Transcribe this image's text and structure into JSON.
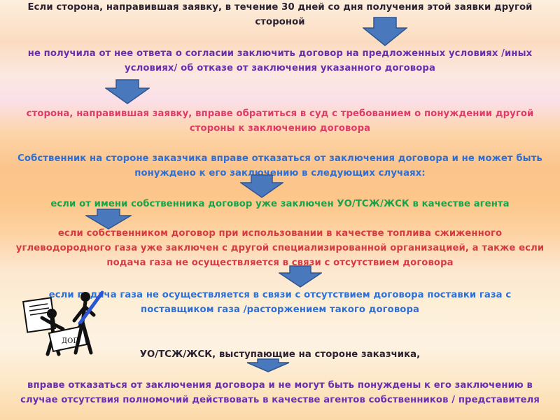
{
  "slide": {
    "p1": "Если сторона, направившая заявку, в течение 30 дней со дня получения этой заявки другой стороной",
    "p2": "не получила от нее ответа о согласии заключить договор на предложенных условиях /иных условиях/ об отказе от заключения указанного договора",
    "p3": "сторона, направившая заявку, вправе обратиться в суд с требованием о понуждении другой стороны к заключению договора",
    "p4": "Собственник  на стороне заказчика вправе отказаться от заключения договора и не может быть понуждено к его заключению в следующих случаях:",
    "p5": "если от имени собственника договор уже заключен УО/ТСЖ/ЖСК в качестве агента",
    "p6": "если собственником договор при использовании в качестве топлива сжиженного углеводородного газа уже заключен с другой специализированной организацией, а также если подача газа не осуществляется в связи с отсутствием договора",
    "p7": "если подача газа не осуществляется в связи с отсутствием договора поставки газа с поставщиком газа /расторжением такого договора",
    "p8": "УО/ТСЖ/ЖСК, выступающие на стороне заказчика,",
    "p9": "вправе отказаться от заключения договора и не могут быть понуждены к его заключению в случае отсутствия полномочий действовать в качестве агентов собственников / представителя"
  },
  "icons": {
    "arrow": "down-arrow-icon",
    "illustration": "signing-figures-illustration"
  },
  "colors": {
    "dark": "#2a2233",
    "purple": "#6a2fb0",
    "pink": "#e03a6a",
    "blue": "#2c6fd6",
    "green": "#16a34a",
    "red": "#d43b44",
    "arrow_fill": "#4a78bc"
  }
}
